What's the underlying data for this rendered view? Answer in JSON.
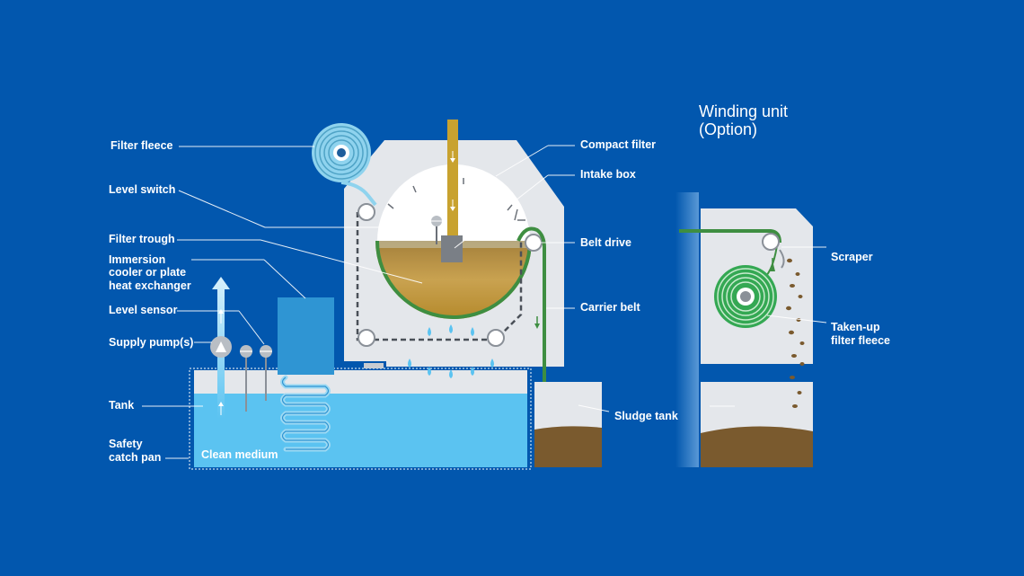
{
  "labels_left": {
    "filter_fleece": "Filter fleece",
    "level_switch": "Level switch",
    "filter_trough": "Filter trough",
    "immersion_cooler": [
      "Immersion",
      "cooler or plate",
      "heat exchanger"
    ],
    "level_sensor": "Level sensor",
    "supply_pumps": "Supply pump(s)",
    "tank": "Tank",
    "safety_catch_pan": [
      "Safety",
      "catch pan"
    ]
  },
  "labels_right": {
    "compact_filter": "Compact filter",
    "intake_box": "Intake box",
    "belt_drive": "Belt drive",
    "carrier_belt": "Carrier belt",
    "sludge_tank": "Sludge tank"
  },
  "labels_inside": {
    "clean_medium": "Clean medium"
  },
  "winding_unit": {
    "title": [
      "Winding unit",
      "(Option)"
    ],
    "scraper": "Scraper",
    "taken_up_fleece": [
      "Taken-up",
      "filter fleece"
    ]
  },
  "colors": {
    "background": "#0257AE",
    "housing": "#E4E7EB",
    "clean_medium": "#5BC3F1",
    "sludge": "#C08F2F",
    "belt": "#3E8E41",
    "fleece_roll": "#8FD3EE",
    "taken_up_roll": "#34A853",
    "sludge_tank_fill": "#7A5A2E"
  }
}
